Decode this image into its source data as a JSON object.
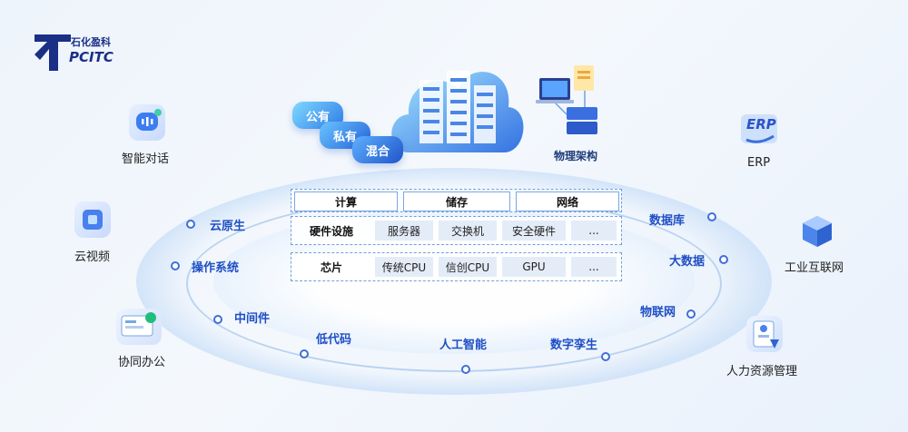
{
  "logo": {
    "line1": "石化盈科",
    "line2": "PCITC"
  },
  "cloud_modes": [
    "公有",
    "私有",
    "混合"
  ],
  "physical": {
    "label": "物理架构"
  },
  "table": {
    "header": [
      "计算",
      "储存",
      "网络"
    ],
    "hardware": {
      "title": "硬件设施",
      "items": [
        "服务器",
        "交换机",
        "安全硬件",
        "..."
      ]
    },
    "chips": {
      "title": "芯片",
      "items": [
        "传统CPU",
        "信创CPU",
        "GPU",
        "..."
      ]
    }
  },
  "ring": {
    "cloud_native": "云原生",
    "os": "操作系统",
    "middleware": "中间件",
    "low_code": "低代码",
    "ai": "人工智能",
    "digital_twin": "数字孪生",
    "iot": "物联网",
    "big_data": "大数据",
    "database": "数据库"
  },
  "apps_left": {
    "chat": "智能对话",
    "video": "云视频",
    "office": "协同办公"
  },
  "apps_right": {
    "erp": "ERP",
    "erp_icon_text": "ERP",
    "iiot": "工业互联网",
    "hr": "人力资源管理"
  },
  "colors": {
    "accent": "#1f4fc4",
    "node": "#3f6fd9",
    "bubble": "#2f7be6"
  }
}
